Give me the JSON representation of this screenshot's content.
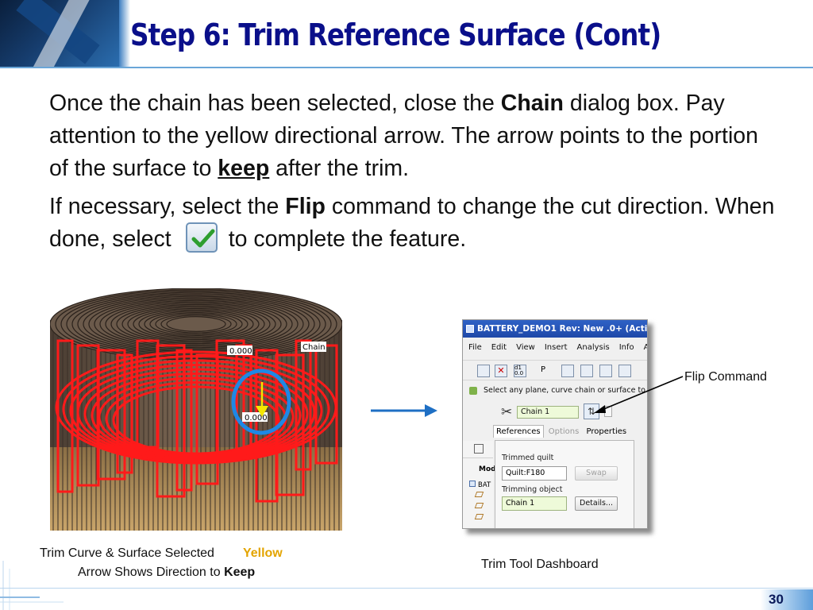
{
  "slide": {
    "title": "Step 6: Trim Reference Surface (Cont)",
    "page_number": "30"
  },
  "body": {
    "p1_part1": "Once the chain has been selected, close the ",
    "p1_bold1": "Chain",
    "p1_part2": " dialog box. Pay attention to the yellow directional arrow. The arrow points to the portion of the surface to ",
    "p1_keep": "keep",
    "p1_part3": " after the trim.",
    "p2_part1": "If necessary, select the ",
    "p2_bold": "Flip",
    "p2_part2": " command to change the cut direction. When done, select",
    "p2_part3": "to complete the feature.",
    "ok_icon": "check-icon"
  },
  "model_image": {
    "label_top": "0.000",
    "label_bottom": "0.000",
    "label_chain": "Chain",
    "colors": {
      "curve": "#ff1a1a",
      "surface": "#6b5a4b",
      "highlight": "#1e88e5",
      "arrow": "#f5e600"
    }
  },
  "dashboard": {
    "window_title": "BATTERY_DEMO1 Rev: New .0+   (Activ",
    "menu": [
      "File",
      "Edit",
      "View",
      "Insert",
      "Analysis",
      "Info",
      "A"
    ],
    "toolbar_p": "P",
    "prompt": "Select any plane, curve chain or surface to u",
    "chain_field": "Chain 1",
    "tabs": [
      "References",
      "Options",
      "Properties"
    ],
    "trimmed_quilt_label": "Trimmed quilt",
    "trimmed_quilt_value": "Quilt:F180",
    "swap_button": "Swap",
    "trimming_object_label": "Trimming object",
    "trimming_object_value": "Chain 1",
    "details_button": "Details...",
    "tree_heading": "Mod",
    "tree_root": "BAT"
  },
  "callouts": {
    "flip_command": "Flip Command"
  },
  "captions": {
    "left_line1": "Trim Curve & Surface Selected",
    "left_yellow": "Yellow",
    "left_line2": "Arrow Shows Direction to ",
    "left_keep": "Keep",
    "right": "Trim Tool Dashboard"
  },
  "theme": {
    "title_color": "#0a0f8a",
    "accent_blue": "#1e6fc4",
    "caption_yellow": "#e3a400"
  }
}
